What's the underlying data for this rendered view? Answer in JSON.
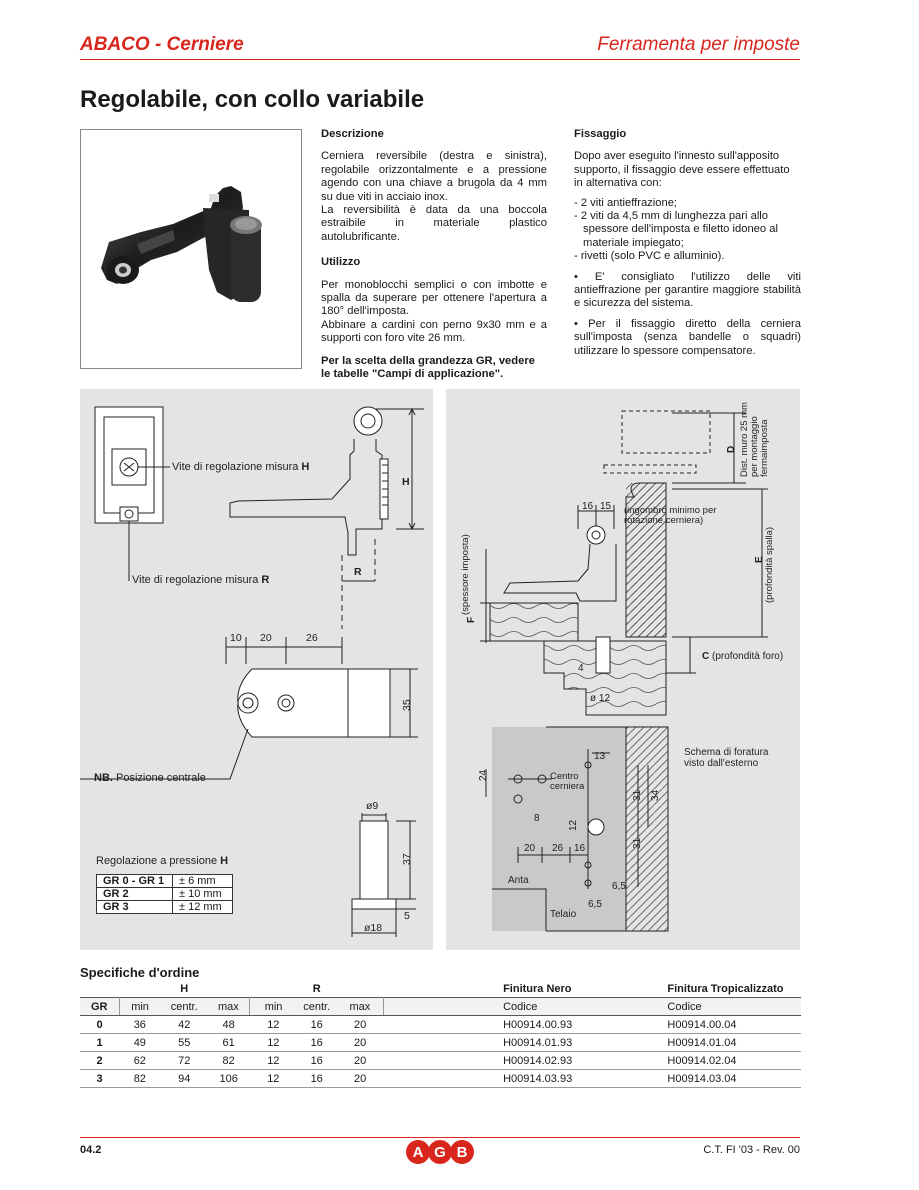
{
  "header": {
    "left": "ABACO - Cerniere",
    "right": "Ferramenta per imposte"
  },
  "title": "Regolabile, con collo variabile",
  "descrizione": {
    "heading": "Descrizione",
    "p1": "Cerniera reversibile (destra e sinistra), regolabile orizzontalmente e a pressione agendo con una chiave a brugola da 4 mm su due viti in acciaio inox.",
    "p2": "La reversibilità è data da una boccola estraibile in materiale plastico autolubrificante."
  },
  "utilizzo": {
    "heading": "Utilizzo",
    "p1": "Per monoblocchi semplici o con imbotte e spalla da superare per ottenere l'apertura a 180° dell'imposta.",
    "p2": "Abbinare a cardini con perno 9x30 mm e a supporti con foro vite 26 mm.",
    "note": "Per la scelta della grandezza GR, vedere le tabelle \"Campi di applicazione\"."
  },
  "fissaggio": {
    "heading": "Fissaggio",
    "intro": "Dopo aver eseguito l'innesto sull'apposito supporto, il fissaggio deve essere effettuato in alternativa con:",
    "items": [
      "- 2 viti antieffrazione;",
      "- 2 viti da 4,5 mm di lunghezza pari allo spessore dell'imposta e filetto idoneo al materiale impiegato;",
      "- rivetti (solo PVC e alluminio)."
    ],
    "bullet1": "• E' consigliato l'utilizzo delle viti antieffrazione per garantire maggiore stabilità e sicurezza del sistema.",
    "bullet2": "• Per il fissaggio diretto della cerniera sull'imposta (senza bandelle o squadri) utilizzare lo spessore compensatore."
  },
  "diagram_left": {
    "vite_h_pre": "Vite di regolazione misura ",
    "vite_h_key": "H",
    "vite_r_pre": "Vite di regolazione misura ",
    "vite_r_key": "R",
    "dim_h": "H",
    "dim_r": "R",
    "dim_10": "10",
    "dim_20": "20",
    "dim_26": "26",
    "dim_35": "35",
    "nb_key": "NB.",
    "nb_text": " Posizione centrale",
    "dim_d9": "ø9",
    "dim_37": "37",
    "dim_5": "5",
    "dim_d18": "ø18",
    "reg_title_pre": "Regolazione a pressione ",
    "reg_title_key": "H",
    "reg_rows": [
      {
        "gr": "GR 0 - GR 1",
        "val": "± 6 mm"
      },
      {
        "gr": "GR 2",
        "val": "± 10 mm"
      },
      {
        "gr": "GR 3",
        "val": "± 12 mm"
      }
    ]
  },
  "diagram_right": {
    "dist_l1": "Dist. muro 25 mm",
    "dist_l2": "per montaggio",
    "dist_l3": "fermaimposta",
    "dim_d": "D",
    "dim_16": "16",
    "dim_15": "15",
    "ingombro_l1": "(ingombro minimo per",
    "ingombro_l2": "rotazione cerniera)",
    "dim_e": "E",
    "profondita_spalla": "(profondità spalla)",
    "dim_f": "F",
    "spessore_imposta": "(spessore imposta)",
    "dim_c": "C",
    "profondita_foro": " (profondità foro)",
    "dim_4": "4",
    "dim_d12": "ø 12",
    "schema_l1": "Schema di foratura",
    "schema_l2": "visto dall'esterno",
    "dim_13": "13",
    "dim_24": "24",
    "centro_l1": "Centro",
    "centro_l2": "cerniera",
    "dim_8": "8",
    "dim_12": "12",
    "dim_31a": "31",
    "dim_34": "34",
    "dim_31b": "31",
    "dim_20": "20",
    "dim_26": "26",
    "dim_16b": "16",
    "dim_65a": "6,5",
    "dim_65b": "6,5",
    "anta": "Anta",
    "telaio": "Telaio"
  },
  "specifiche": {
    "title": "Specifiche d'ordine",
    "group_h": "H",
    "group_r": "R",
    "finitura_nero": "Finitura Nero",
    "finitura_trop": "Finitura Tropicalizzato",
    "cols": [
      "GR",
      "min",
      "centr.",
      "max",
      "min",
      "centr.",
      "max",
      "Codice",
      "Codice"
    ],
    "rows": [
      [
        "0",
        "36",
        "42",
        "48",
        "12",
        "16",
        "20",
        "H00914.00.93",
        "H00914.00.04"
      ],
      [
        "1",
        "49",
        "55",
        "61",
        "12",
        "16",
        "20",
        "H00914.01.93",
        "H00914.01.04"
      ],
      [
        "2",
        "62",
        "72",
        "82",
        "12",
        "16",
        "20",
        "H00914.02.93",
        "H00914.02.04"
      ],
      [
        "3",
        "82",
        "94",
        "106",
        "12",
        "16",
        "20",
        "H00914.03.93",
        "H00914.03.04"
      ]
    ]
  },
  "footer": {
    "page": "04.2",
    "logo_text": "AGB",
    "revision": "C.T. FI '03 - Rev. 00"
  },
  "colors": {
    "accent": "#d9261c",
    "panel": "#e4e4e4"
  }
}
